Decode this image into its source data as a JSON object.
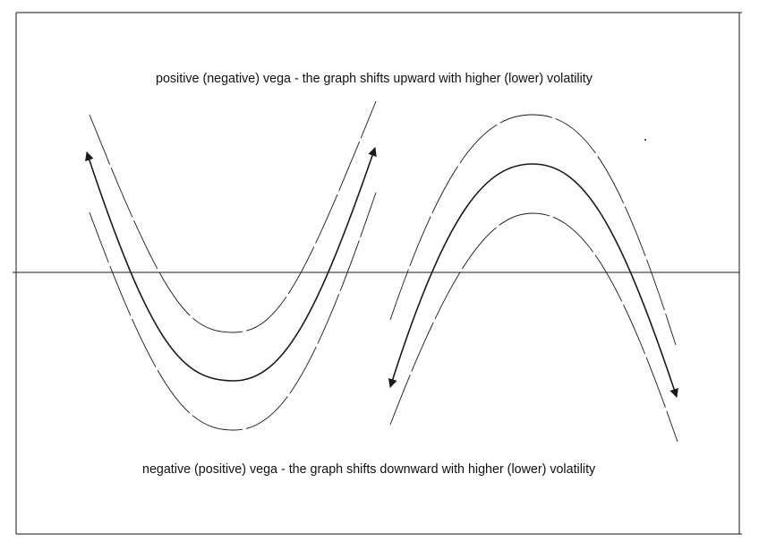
{
  "annotations": {
    "top": "positive (negative) vega - the graph shifts upward with higher (lower) volatility",
    "bottom": "negative (positive) vega - the graph shifts downward with higher (lower) volatility"
  },
  "colors": {
    "line": "#1a1a1a",
    "background": "#ffffff"
  },
  "curves": [
    {
      "name": "u-curve",
      "shape": "upward-opening",
      "arrows": "both-ends"
    },
    {
      "name": "cap-curve",
      "shape": "downward-opening",
      "arrows": "both-ends"
    }
  ]
}
